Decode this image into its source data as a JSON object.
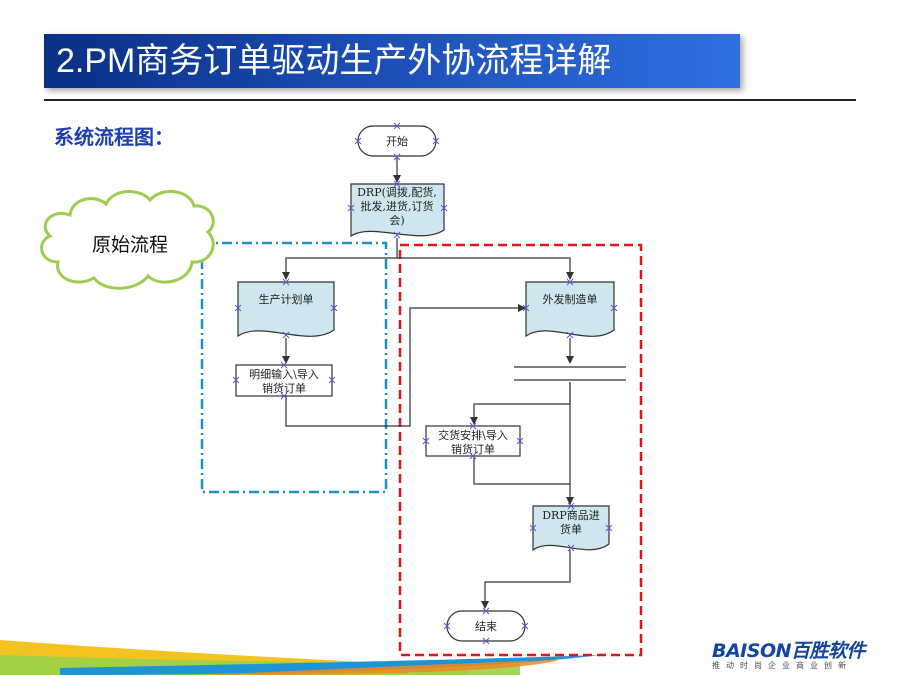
{
  "slide": {
    "title": "2.PM商务订单驱动生产外协流程详解",
    "title_prefix": "2.PM",
    "title_rest": "商务订单驱动生产外协流程详解",
    "section_label": "系统流程图："
  },
  "cloud": {
    "label": "原始流程"
  },
  "flow": {
    "start": "开始",
    "drp_line1": "DRP(调拨,配货,",
    "drp_line2": "批发,进货,订货",
    "drp_line3": "会)",
    "production_plan": "生产计划单",
    "detail_input_line1": "明细输入\\导入",
    "detail_input_line2": "销货订单",
    "outsourcing": "外发制造单",
    "delivery_line1": "交货安排\\导入",
    "delivery_line2": "销货订单",
    "drp_goods_line1": "DRP商品进",
    "drp_goods_line2": "货单",
    "end": "结束"
  },
  "colors": {
    "title_bar": "#1a4db4",
    "blue_box": "#1e90c8",
    "red_box": "#e0141e",
    "doc_fill": "#cfe6ee",
    "cloud_stroke": "#9ccc50"
  },
  "footer": {
    "logo": "BAISON百胜软件",
    "slogan": "推动时尚企业商业创新"
  }
}
